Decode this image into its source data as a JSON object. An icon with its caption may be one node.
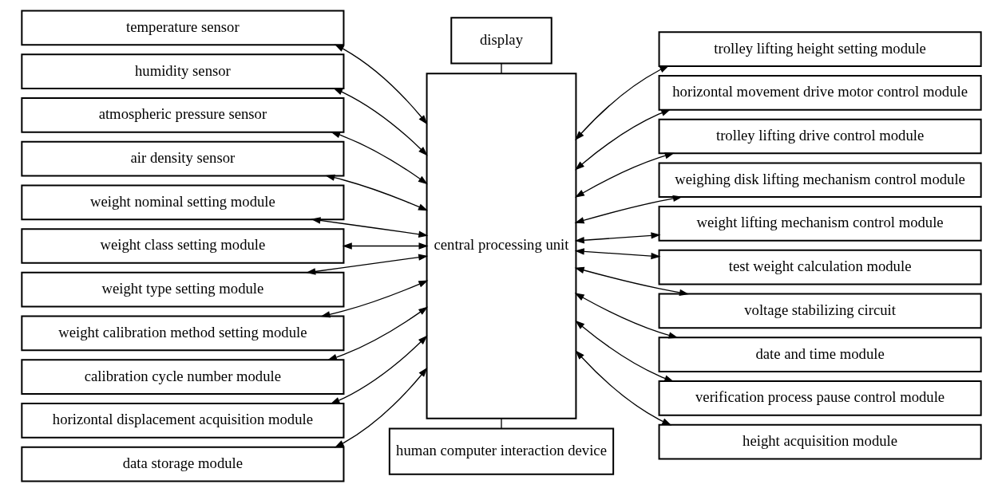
{
  "diagram": {
    "nodes": [
      {
        "text": [
          "temperature sensor"
        ]
      },
      {
        "text": [
          "humidity sensor"
        ]
      },
      {
        "text": [
          "atmospheric pressure sensor"
        ]
      },
      {
        "text": [
          "air density sensor"
        ]
      },
      {
        "text": [
          "weight nominal setting module"
        ]
      },
      {
        "text": [
          "weight class setting module"
        ]
      },
      {
        "text": [
          "weight type setting module"
        ]
      },
      {
        "text": [
          "weight calibration method setting module"
        ]
      },
      {
        "text": [
          "calibration cycle number module"
        ]
      },
      {
        "text": [
          "horizontal displacement acquisition module"
        ]
      },
      {
        "text": [
          "data storage module"
        ]
      },
      {
        "text": [
          "display"
        ]
      },
      {
        "text": [
          "central processing unit"
        ]
      },
      {
        "text": [
          "human computer interaction device"
        ]
      },
      {
        "text": [
          "trolley lifting height setting module"
        ]
      },
      {
        "text": [
          "horizontal movement drive motor control module"
        ]
      },
      {
        "text": [
          "trolley lifting drive control module"
        ]
      },
      {
        "text": [
          "weighing disk lifting mechanism control module"
        ]
      },
      {
        "text": [
          "weight lifting mechanism control module"
        ]
      },
      {
        "text": [
          "test weight calculation module"
        ]
      },
      {
        "text": [
          "voltage stabilizing circuit"
        ]
      },
      {
        "text": [
          "date and time module"
        ]
      },
      {
        "text": [
          "verification process pause control module"
        ]
      },
      {
        "text": [
          "height acquisition module"
        ]
      }
    ],
    "edges": [
      {
        "from": 0,
        "to": 12,
        "arrow": "both"
      },
      {
        "from": 1,
        "to": 12,
        "arrow": "both"
      },
      {
        "from": 2,
        "to": 12,
        "arrow": "both"
      },
      {
        "from": 3,
        "to": 12,
        "arrow": "both"
      },
      {
        "from": 4,
        "to": 12,
        "arrow": "both"
      },
      {
        "from": 5,
        "to": 12,
        "arrow": "both"
      },
      {
        "from": 6,
        "to": 12,
        "arrow": "both"
      },
      {
        "from": 7,
        "to": 12,
        "arrow": "both"
      },
      {
        "from": 8,
        "to": 12,
        "arrow": "both"
      },
      {
        "from": 9,
        "to": 12,
        "arrow": "both"
      },
      {
        "from": 10,
        "to": 12,
        "arrow": "both"
      },
      {
        "from": 11,
        "to": 12,
        "arrow": "none"
      },
      {
        "from": 12,
        "to": 13,
        "arrow": "none"
      },
      {
        "from": 12,
        "to": 14,
        "arrow": "both"
      },
      {
        "from": 12,
        "to": 15,
        "arrow": "both"
      },
      {
        "from": 12,
        "to": 16,
        "arrow": "both"
      },
      {
        "from": 12,
        "to": 17,
        "arrow": "both"
      },
      {
        "from": 12,
        "to": 18,
        "arrow": "both"
      },
      {
        "from": 12,
        "to": 19,
        "arrow": "both"
      },
      {
        "from": 12,
        "to": 20,
        "arrow": "both"
      },
      {
        "from": 12,
        "to": 21,
        "arrow": "both"
      },
      {
        "from": 12,
        "to": 22,
        "arrow": "both"
      },
      {
        "from": 12,
        "to": 23,
        "arrow": "both"
      }
    ]
  }
}
